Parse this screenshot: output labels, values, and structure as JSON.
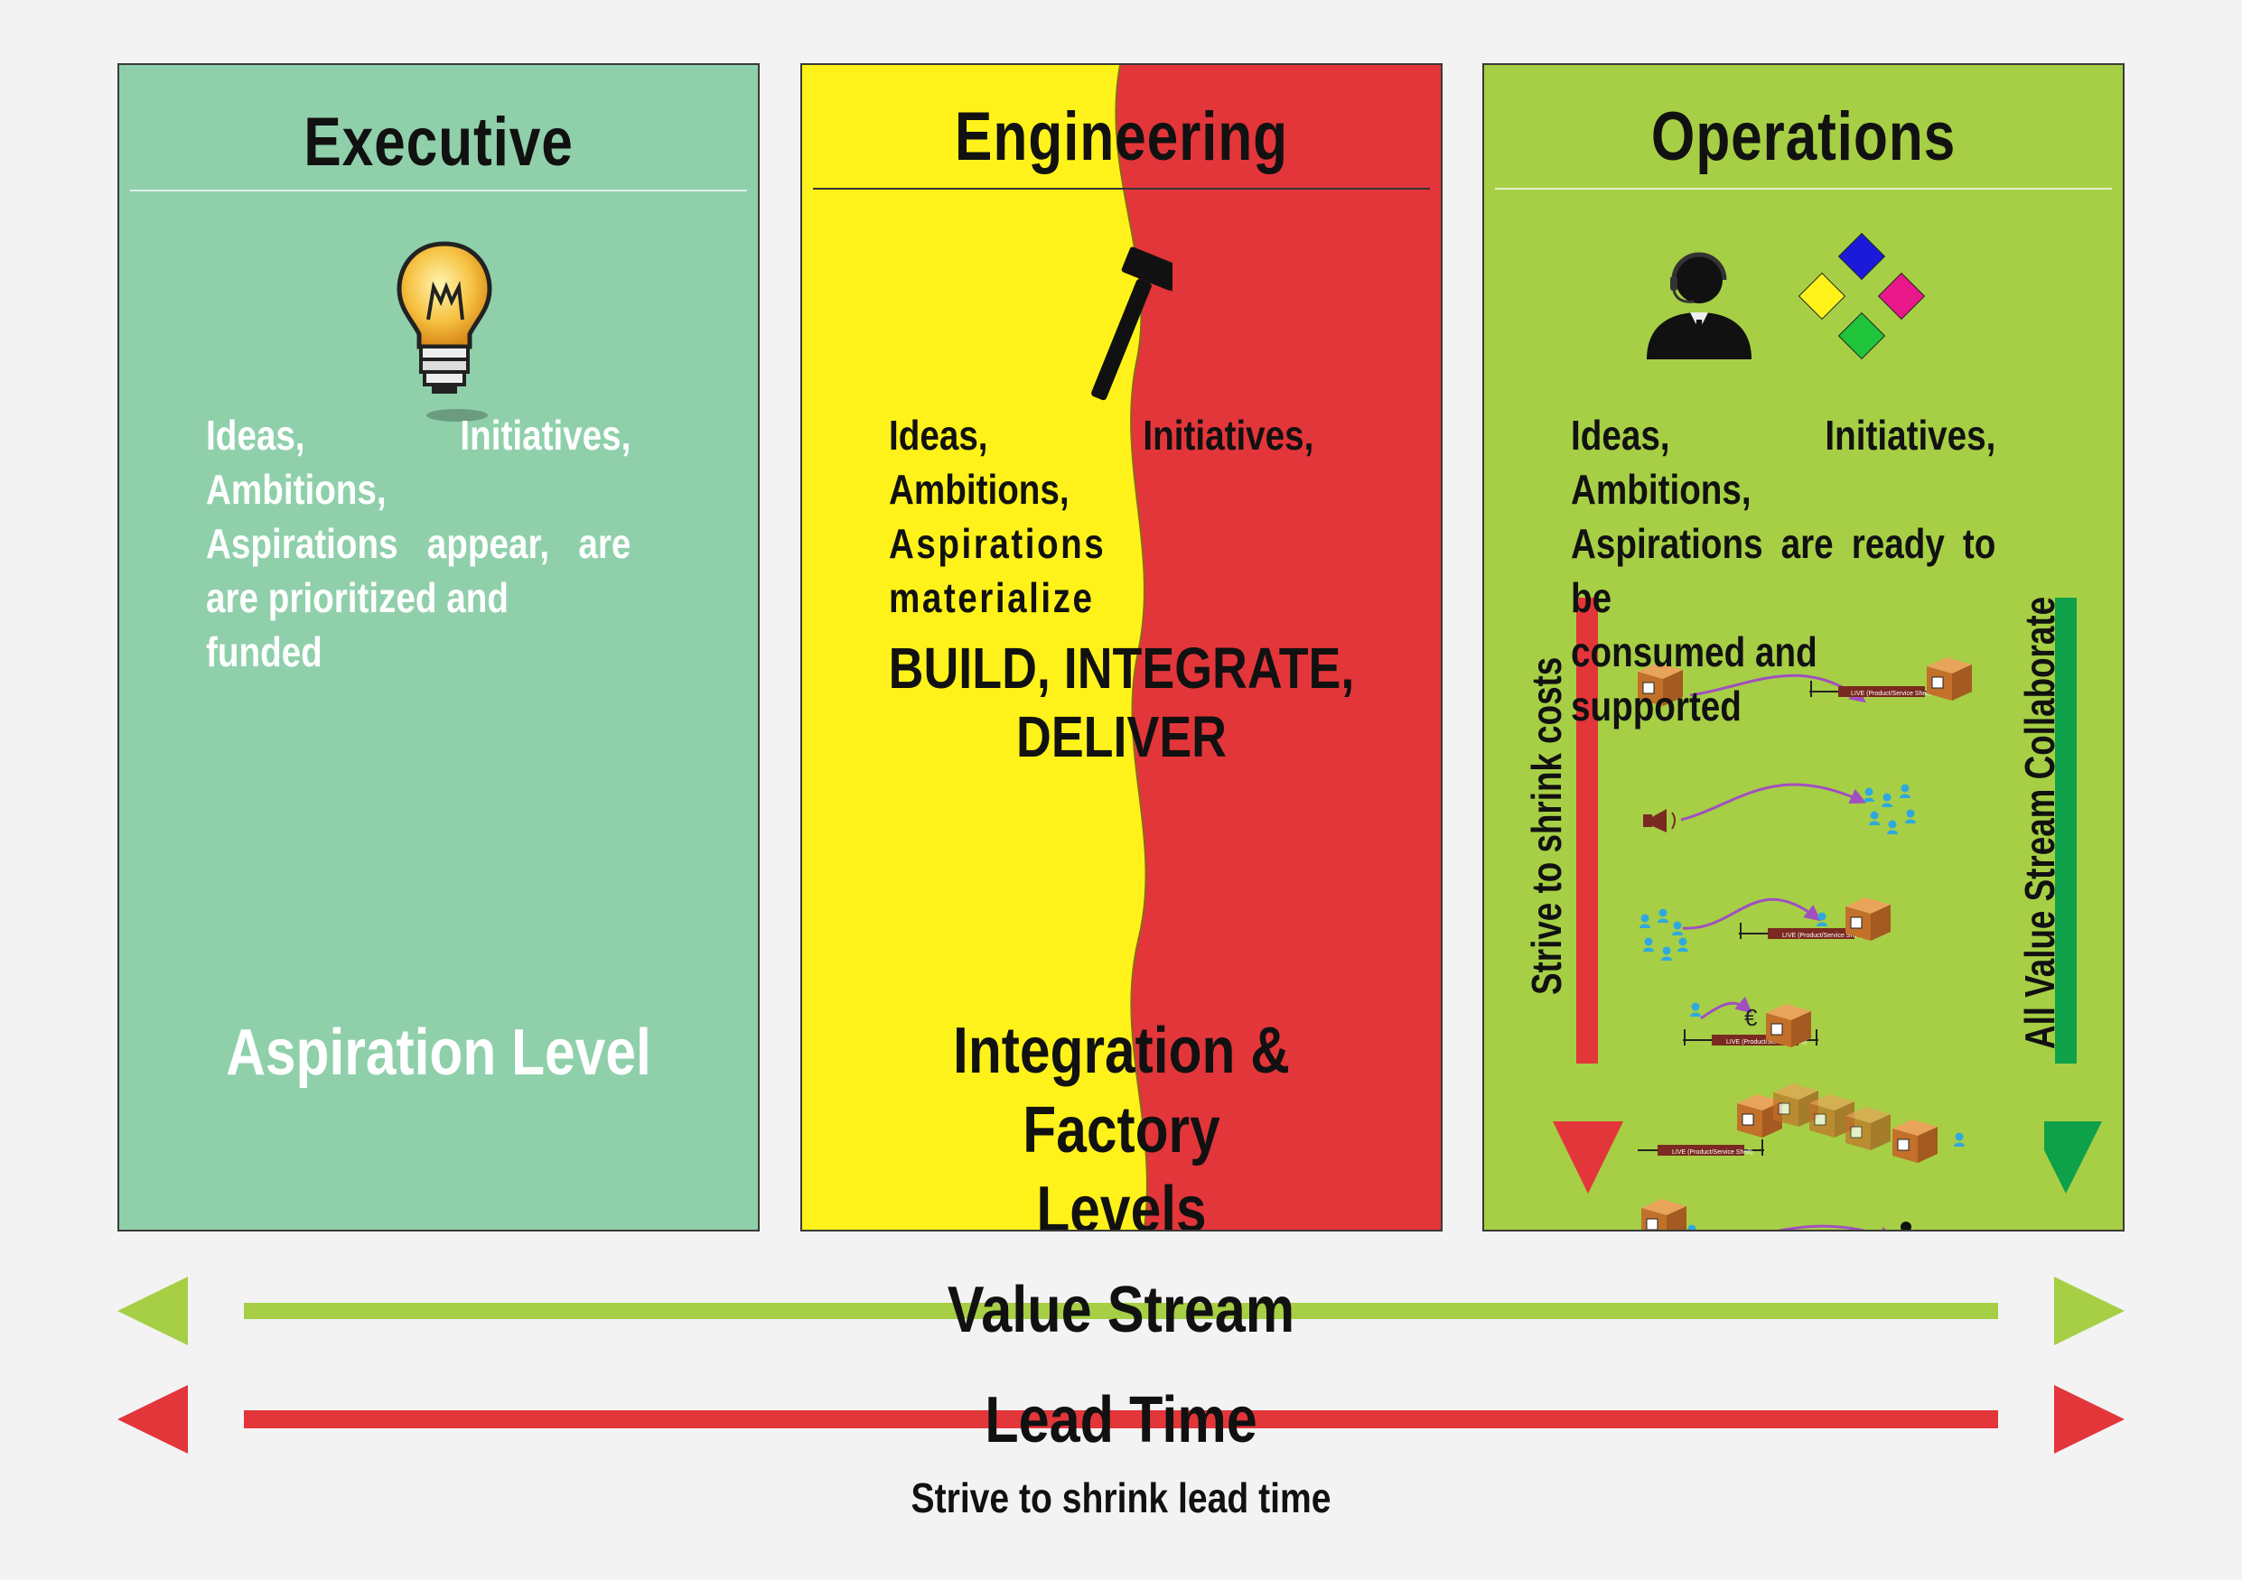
{
  "columns": {
    "executive": {
      "title": "Executive",
      "description_lines": [
        "Ideas, Initiatives, Ambitions,",
        "Aspirations  appear,  are",
        "are prioritized and funded"
      ],
      "level": "Aspiration Level",
      "icon": "lightbulb-icon"
    },
    "engineering": {
      "title": "Engineering",
      "description_lines": [
        "Ideas, Initiatives, Ambitions,",
        "Aspirations  materialize"
      ],
      "action_lines": [
        "BUILD, INTEGRATE,",
        "DELIVER"
      ],
      "level_lines": [
        "Integration & Factory",
        "Levels"
      ],
      "icon": "hammer-icon",
      "colors": {
        "left": "#fff21a",
        "right": "#e3363a"
      }
    },
    "operations": {
      "title": "Operations",
      "description_lines": [
        "Ideas, Initiatives, Ambitions,",
        "Aspirations are ready to be",
        "consumed and supported"
      ],
      "left_arrow_label": "Strive to shrink costs",
      "right_arrow_label": "All Value Stream Collaborate",
      "icons": [
        "support-agent-icon",
        "colored-diamonds-icon"
      ],
      "shelf_label": "LIVE (Product/Service Shelf)",
      "currency_symbol": "€"
    }
  },
  "bottom": {
    "value_stream_label": "Value Stream",
    "lead_time_label": "Lead Time",
    "lead_time_caption": "Strive to shrink lead time",
    "colors": {
      "value_stream": "#a6cf45",
      "lead_time": "#e3363a"
    }
  }
}
